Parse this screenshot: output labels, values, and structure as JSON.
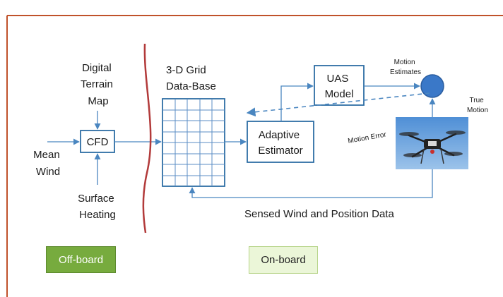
{
  "colors": {
    "frame_line": "#c0522b",
    "box_stroke": "#2e6da4",
    "arrow": "#4a86c0",
    "divider": "#b23a3a",
    "motion_circle": "#3a78c8",
    "offboard_tag_bg": "#77ab3e",
    "onboard_tag_bg": "#ebf6d8"
  },
  "inputs": {
    "terrain_map": [
      "Digital",
      "Terrain",
      "Map"
    ],
    "mean_wind": [
      "Mean",
      "Wind"
    ],
    "surface_heating": [
      "Surface",
      "Heating"
    ]
  },
  "blocks": {
    "cfd": "CFD",
    "grid_title": [
      "3-D Grid",
      "Data-Base"
    ],
    "adaptive_estimator": [
      "Adaptive",
      "Estimator"
    ],
    "uas_model": [
      "UAS",
      "Model"
    ]
  },
  "labels": {
    "motion_estimates": [
      "Motion",
      "Estimates"
    ],
    "true_motion": [
      "True",
      "Motion"
    ],
    "motion_error": "Motion Error",
    "sensed_wind": "Sensed Wind and Position Data"
  },
  "tags": {
    "offboard": "Off-board",
    "onboard": "On-board"
  },
  "icons": {
    "drone": "quadcopter-drone-photo"
  }
}
